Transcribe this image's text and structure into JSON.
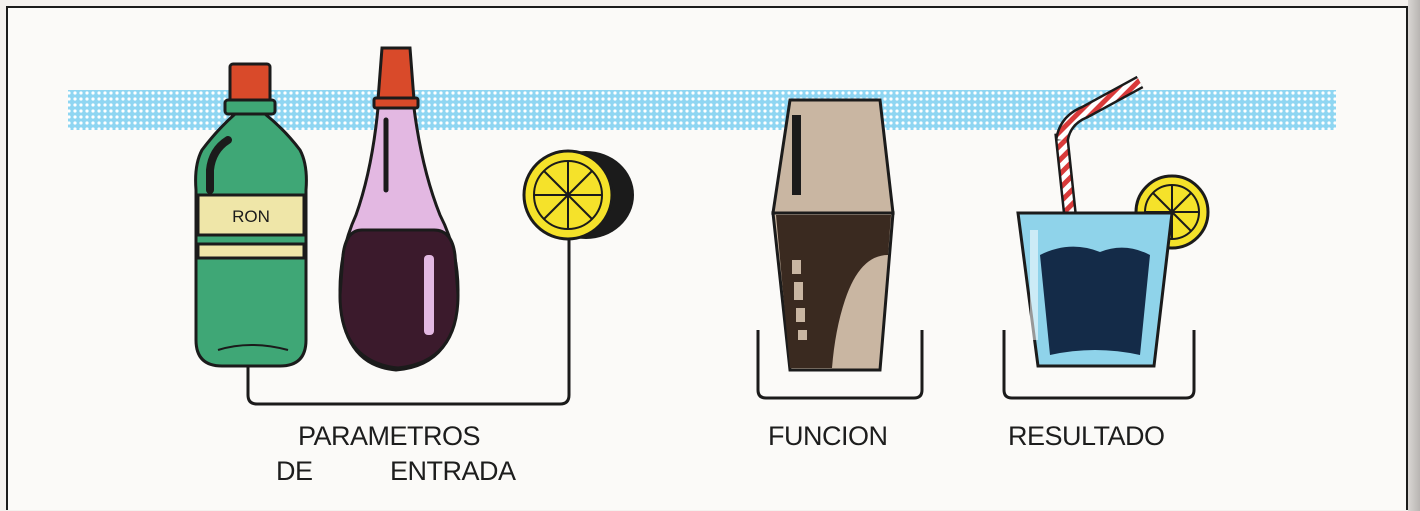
{
  "labels": {
    "bottle_label": "RON",
    "parametros_line1": "PARAMETROS",
    "parametros_de": "DE",
    "parametros_entrada": "ENTRADA",
    "funcion": "FUNCION",
    "resultado": "RESULTADO"
  },
  "icons": [
    "rum-bottle-icon",
    "liqueur-bottle-icon",
    "lemon-slice-icon",
    "cocktail-shaker-icon",
    "glass-with-straw-icon"
  ],
  "colors": {
    "band": "#6ec8ec",
    "green_bottle": "#3fa776",
    "pink_bottle": "#e3b8e2",
    "dark_liquid": "#3b1a2c",
    "cap_red": "#d94a2a",
    "lemon": "#f5e22a",
    "shaker": "#c9b6a2",
    "glass_blue": "#8fd3ea",
    "liquid_navy": "#142b48"
  }
}
